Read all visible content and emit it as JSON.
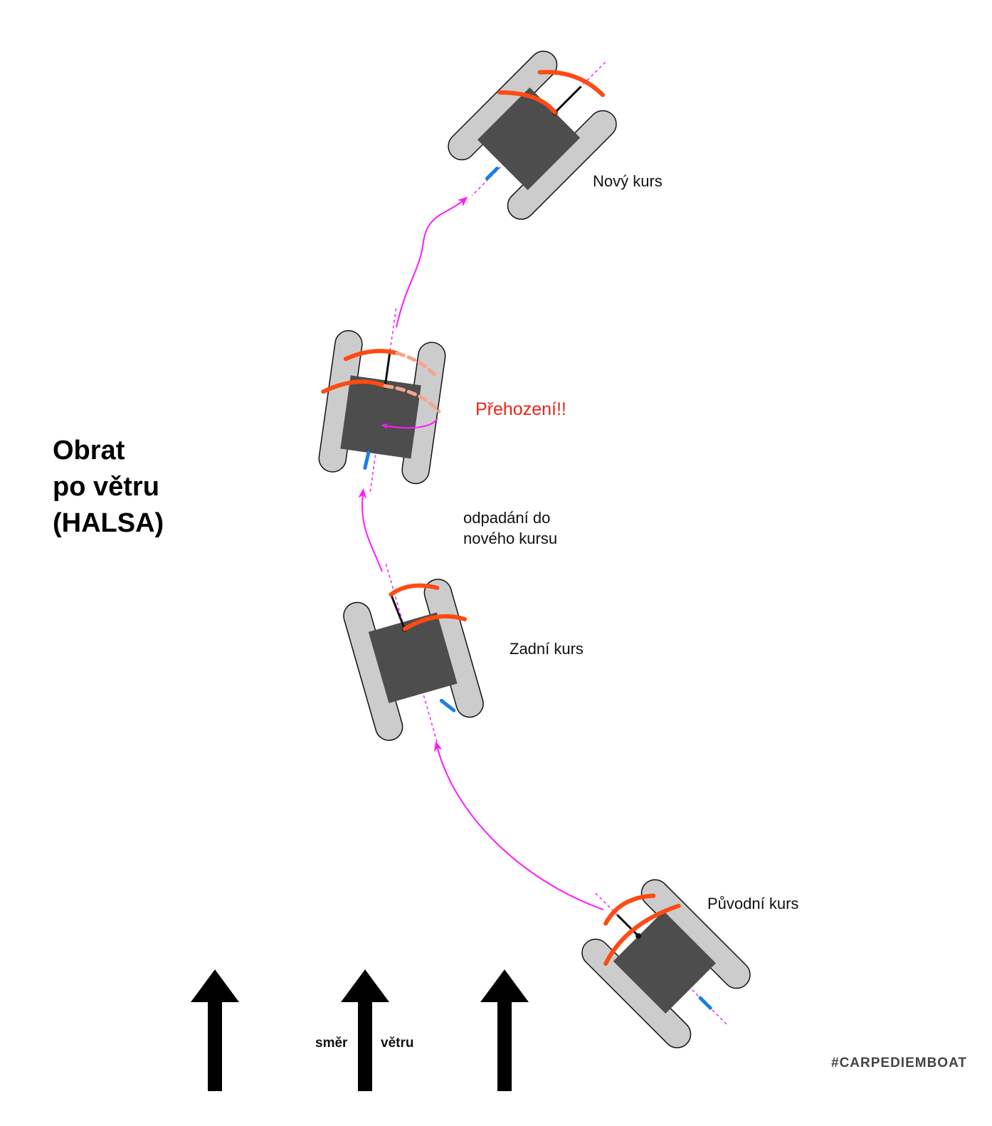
{
  "title": {
    "line1": "Obrat",
    "line2": "po větru",
    "line3": "(HALSA)"
  },
  "labels": {
    "new_course": "Nový kurs",
    "jibe": "Přehození!!",
    "bear_away_line1": "odpadání do",
    "bear_away_line2": "nového kursu",
    "run": "Zadní kurs",
    "original_course": "Původní kurs"
  },
  "wind": {
    "word1": "směr",
    "word2": "větru"
  },
  "brand": "#CARPEDIEMBOAT",
  "colors": {
    "hull": "#cccccc",
    "hull_outline": "#111111",
    "deck": "#4d4d4d",
    "sail": "#ff4a12",
    "sail_ghost": "#f5a58c",
    "path": "#ff1aff",
    "rudder": "#1a7fe6",
    "alert_text": "#e8261a",
    "wind_arrow": "#000000"
  }
}
